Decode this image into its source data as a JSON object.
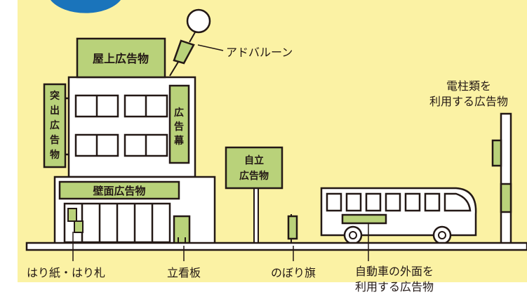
{
  "colors": {
    "background": "#fbf2a4",
    "sign_fill": "#b9d27a",
    "outline": "#231815",
    "building": "#ffffff",
    "balloon_marker": "#1a74bb"
  },
  "signs": {
    "rooftop": "屋上広告物",
    "projecting": [
      "突",
      "出",
      "広",
      "告",
      "物"
    ],
    "banner": [
      "広",
      "告",
      "幕"
    ],
    "wall": "壁面広告物",
    "freestanding_line1": "自立",
    "freestanding_line2": "広告物"
  },
  "labels": {
    "ad_balloon": "アドバルーン",
    "utility_pole_line1": "電柱類を",
    "utility_pole_line2": "利用する広告物",
    "posters": "はり紙・はり札",
    "standing_sign": "立看板",
    "nobori_flag": "のぼり旗",
    "vehicle_line1": "自動車の外面を",
    "vehicle_line2": "利用する広告物"
  }
}
